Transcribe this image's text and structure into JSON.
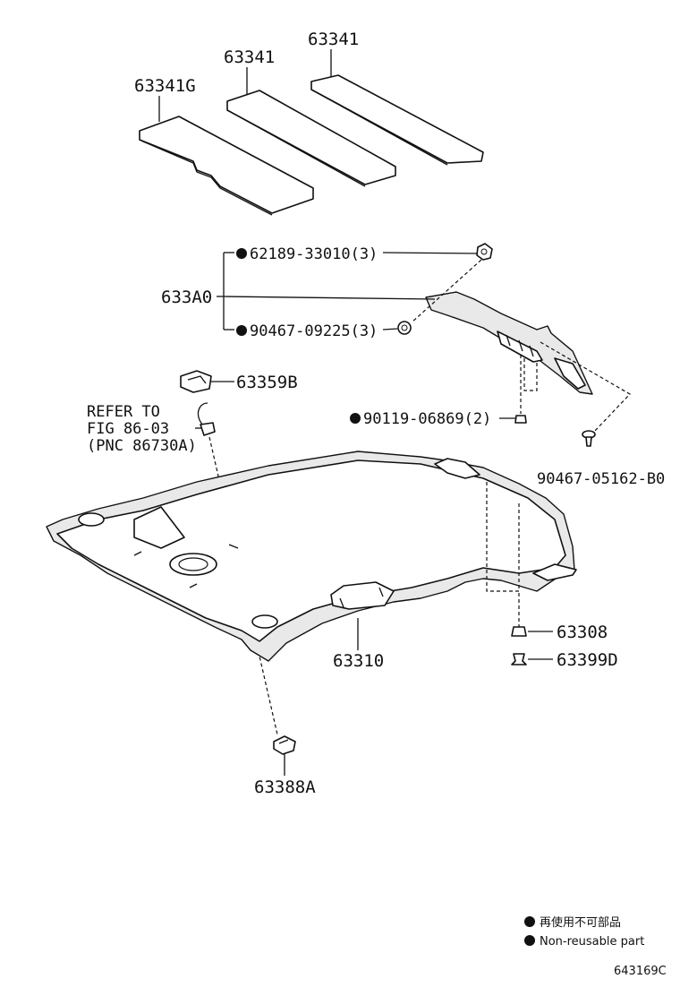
{
  "labels": {
    "headliner_pad_g": "63341G",
    "headliner_pad_1": "63341",
    "headliner_pad_2": "63341",
    "assembly": "633A0",
    "nut_62189": "62189-33010(3)",
    "clip_90467_09225": "90467-09225(3)",
    "holder_63359b": "63359B",
    "screw_90119": "90119-06869(2)",
    "clip_90467_05162": "90467-05162-B0",
    "headliner": "63310",
    "clip_63308": "63308",
    "clip_63399d": "63399D",
    "clip_63388a": "63388A"
  },
  "reference": {
    "line1": "REFER TO",
    "line2": "FIG 86-03",
    "line3": "(PNC 86730A)"
  },
  "legend": {
    "non_reusable_jp": "再使用不可部品",
    "non_reusable_en": "Non-reusable part"
  },
  "figure_code": "643169C"
}
